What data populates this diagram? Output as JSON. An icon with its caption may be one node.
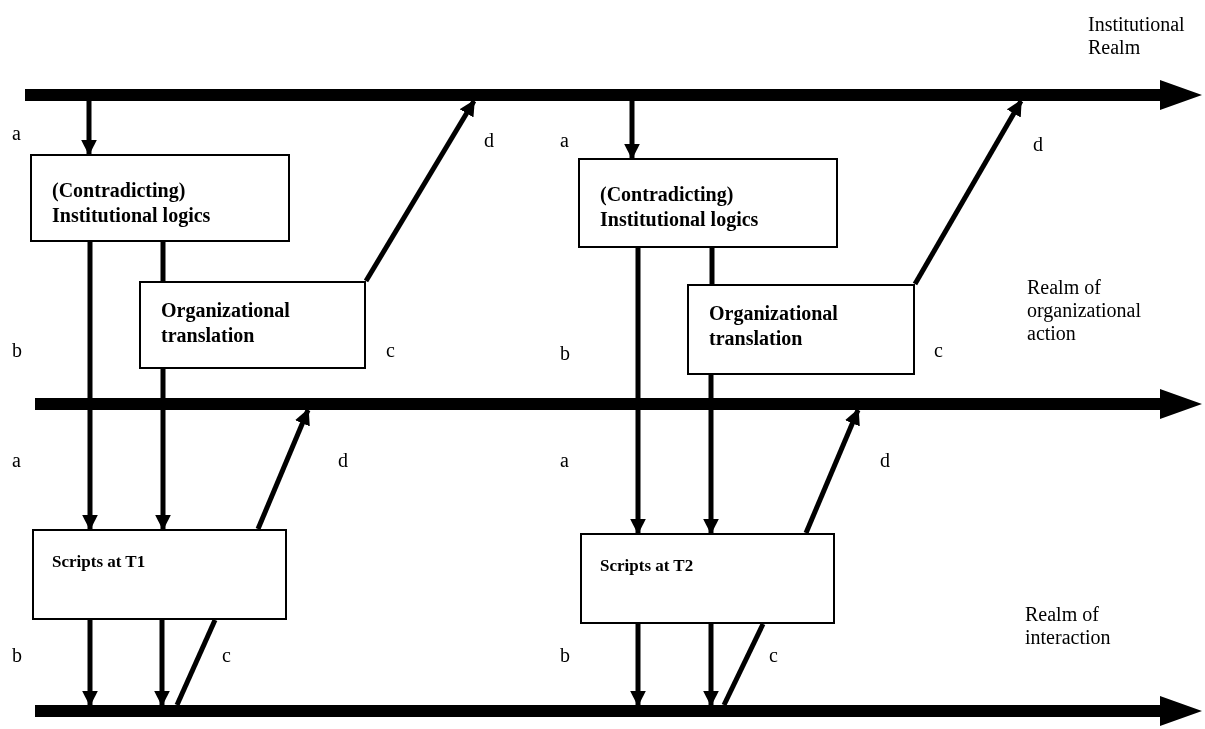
{
  "diagram": {
    "nodes": [
      {
        "text": [],
        "shape": "bar",
        "beside": [
          "Institutional Realm"
        ]
      },
      {
        "text": [
          "(Contradicting) Institutional logics"
        ]
      },
      {
        "text": [
          "(Contradicting) Institutional logics"
        ]
      },
      {
        "text": [
          "Organizational translation"
        ]
      },
      {
        "text": [
          "Organizational translation"
        ]
      },
      {
        "text": [],
        "shape": "bar",
        "beside": [
          "Realm of organizational action"
        ]
      },
      {
        "text": [
          "Scripts at T1"
        ]
      },
      {
        "text": [
          "Scripts at T2"
        ]
      },
      {
        "text": [],
        "shape": "bar",
        "beside": [
          "Realm of interaction"
        ]
      }
    ],
    "edges": [
      {
        "from": 0,
        "to": 1,
        "arrow": "to"
      },
      {
        "from": 1,
        "to": 6,
        "arrow": "to"
      },
      {
        "from": 1,
        "to": 3,
        "arrow": "none"
      },
      {
        "from": 3,
        "to": 6,
        "arrow": "to"
      },
      {
        "from": 3,
        "to": 0,
        "arrow": "to"
      },
      {
        "from": 6,
        "to": 5,
        "arrow": "to"
      },
      {
        "from": 6,
        "to": 8,
        "arrow": "to"
      },
      {
        "from": 6,
        "to": 8,
        "arrow": "to"
      },
      {
        "from": 8,
        "to": 6,
        "arrow": "none"
      },
      {
        "from": 0,
        "to": 2,
        "arrow": "to"
      },
      {
        "from": 2,
        "to": 7,
        "arrow": "to"
      },
      {
        "from": 2,
        "to": 4,
        "arrow": "none"
      },
      {
        "from": 4,
        "to": 7,
        "arrow": "to"
      },
      {
        "from": 4,
        "to": 0,
        "arrow": "to"
      },
      {
        "from": 7,
        "to": 5,
        "arrow": "to"
      },
      {
        "from": 7,
        "to": 8,
        "arrow": "to"
      },
      {
        "from": 7,
        "to": 8,
        "arrow": "to"
      },
      {
        "from": 8,
        "to": 7,
        "arrow": "none"
      }
    ],
    "labels": [
      "a",
      "d",
      "a",
      "d",
      "b",
      "c",
      "b",
      "c",
      "a",
      "d",
      "a",
      "d",
      "b",
      "c",
      "b",
      "c"
    ]
  }
}
